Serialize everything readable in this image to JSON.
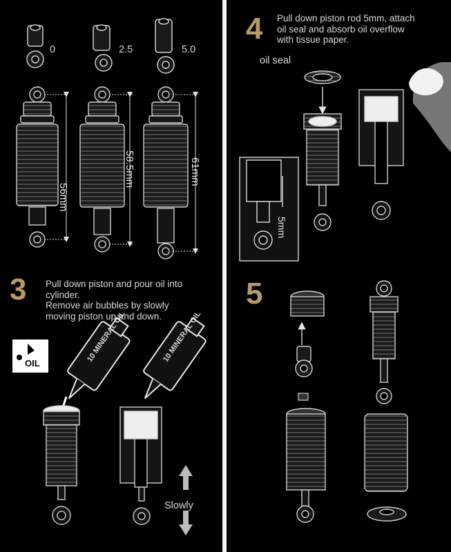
{
  "step1": {
    "settings": [
      "0",
      "2.5",
      "5.0"
    ],
    "lengths": [
      "56mm",
      "58.5mm",
      "61mm"
    ],
    "marks": [
      "2.5",
      "5.0"
    ]
  },
  "step3": {
    "number": "3",
    "instruction_lines": [
      "Pull down piston and pour oil into",
      "cylinder.",
      "Remove air bubbles by slowly",
      "moving piston up and down."
    ],
    "oil_badge": "OIL",
    "bottle_label": "10 MINERAL OIL",
    "slowly_label": "Slowly"
  },
  "step4": {
    "number": "4",
    "instruction_lines": [
      "Pull down piston rod 5mm, attach",
      "oil seal and absorb oil overflow",
      "with tissue paper."
    ],
    "oil_seal_label": "oil seal",
    "measurement": "5mm"
  },
  "step5": {
    "number": "5"
  },
  "colors": {
    "background": "#000000",
    "accent_gold": "#b89a66",
    "line": "#cfcfcf",
    "divider": "#f2f2f2"
  }
}
